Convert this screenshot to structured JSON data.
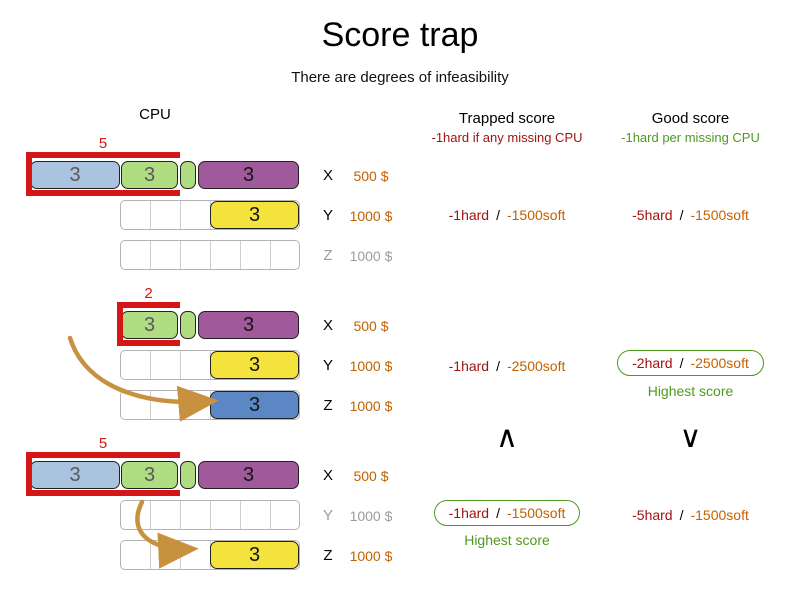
{
  "title": "Score trap",
  "subtitle": "There are degrees of infeasibility",
  "headers": {
    "cpu": "CPU",
    "trapped": {
      "title": "Trapped score",
      "subtitle": "-1hard if any missing CPU"
    },
    "good": {
      "title": "Good score",
      "subtitle": "-1hard per missing CPU"
    }
  },
  "score_separator": "/",
  "highest_score_note": "Highest score",
  "comparators": {
    "trapped": "∧",
    "good": "∨"
  },
  "colors": {
    "hard": "#a01313",
    "soft": "#c26100",
    "green": "#4e9a1e",
    "red": "#d41616",
    "arrow": "#c8913f",
    "block_blue": "#aac3de",
    "block_green": "#b0dc82",
    "block_purple": "#a05a9b",
    "block_yellow": "#f5e33d",
    "block_darkblue": "#5b87c4"
  },
  "groups": [
    {
      "overload": "5",
      "rows": [
        {
          "label": "X",
          "cost": "500 $",
          "blocks": [
            {
              "value": "3"
            },
            {
              "value": "3"
            },
            {
              "value": ""
            },
            {
              "value": "3"
            }
          ]
        },
        {
          "label": "Y",
          "cost": "1000 $",
          "blocks": [
            {
              "value": "3"
            }
          ]
        },
        {
          "label": "Z",
          "cost": "1000 $",
          "blocks": []
        }
      ],
      "trapped_score": {
        "hard": "-1hard",
        "soft": "-1500soft"
      },
      "good_score": {
        "hard": "-5hard",
        "soft": "-1500soft"
      }
    },
    {
      "overload": "2",
      "rows": [
        {
          "label": "X",
          "cost": "500 $",
          "blocks": [
            {
              "value": "3"
            },
            {
              "value": ""
            },
            {
              "value": "3"
            }
          ]
        },
        {
          "label": "Y",
          "cost": "1000 $",
          "blocks": [
            {
              "value": "3"
            }
          ]
        },
        {
          "label": "Z",
          "cost": "1000 $",
          "blocks": [
            {
              "value": "3"
            }
          ]
        }
      ],
      "trapped_score": {
        "hard": "-1hard",
        "soft": "-2500soft"
      },
      "good_score": {
        "hard": "-2hard",
        "soft": "-2500soft",
        "note": "Highest score"
      }
    },
    {
      "overload": "5",
      "rows": [
        {
          "label": "X",
          "cost": "500 $",
          "blocks": [
            {
              "value": "3"
            },
            {
              "value": "3"
            },
            {
              "value": ""
            },
            {
              "value": "3"
            }
          ]
        },
        {
          "label": "Y",
          "cost": "1000 $",
          "blocks": []
        },
        {
          "label": "Z",
          "cost": "1000 $",
          "blocks": [
            {
              "value": "3"
            }
          ]
        }
      ],
      "trapped_score": {
        "hard": "-1hard",
        "soft": "-1500soft",
        "note": "Highest score"
      },
      "good_score": {
        "hard": "-5hard",
        "soft": "-1500soft"
      }
    }
  ]
}
